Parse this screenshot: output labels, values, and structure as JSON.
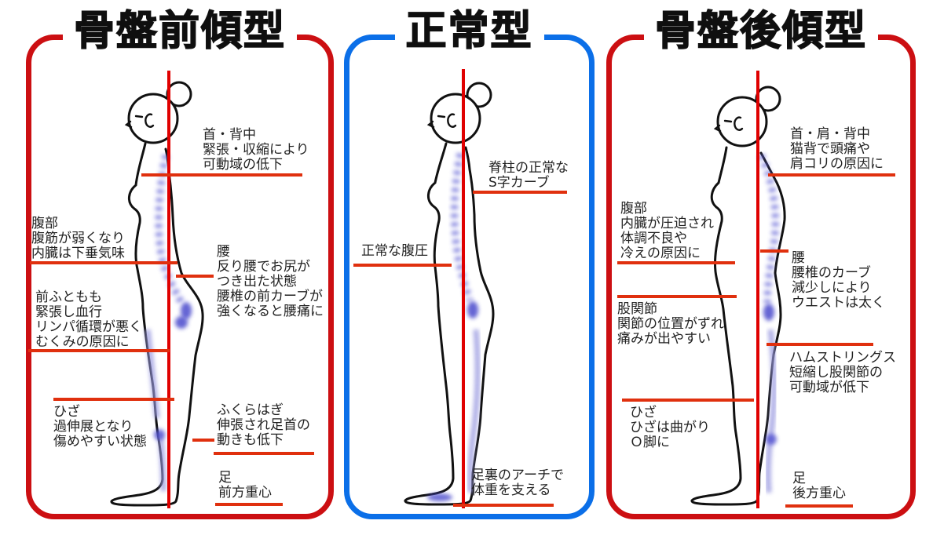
{
  "panels": [
    {
      "title": "骨盤前傾型",
      "border_color": "#cc0f12",
      "annotations": {
        "neck_back": {
          "text": "首・背中\n緊張・収縮により\n可動域の低下"
        },
        "abdomen": {
          "text": "腹部\n腹筋が弱くなり\n内臓は下垂気味"
        },
        "waist": {
          "text": "腰\n反り腰でお尻が\nつき出た状態\n腰椎の前カーブが\n強くなると腰痛に"
        },
        "front_thigh": {
          "text": "前ふともも\n緊張し血行\nリンパ循環が悪く\nむくみの原因に"
        },
        "knee": {
          "text": "ひざ\n過伸展となり\n傷めやすい状態"
        },
        "calf": {
          "text": "ふくらはぎ\n伸張され足首の\n動きも低下"
        },
        "foot": {
          "text": "足\n前方重心"
        }
      }
    },
    {
      "title": "正常型",
      "border_color": "#0b6fe8",
      "annotations": {
        "spine": {
          "text": "脊柱の正常な\nS字カーブ"
        },
        "abdomen": {
          "text": "正常な腹圧"
        },
        "foot": {
          "text": "足裏のアーチで\n体重を支える"
        }
      }
    },
    {
      "title": "骨盤後傾型",
      "border_color": "#cc0f12",
      "annotations": {
        "neck_shoulder_back": {
          "text": "首・肩・背中\n猫背で頭痛や\n肩コリの原因に"
        },
        "abdomen": {
          "text": "腹部\n内臓が圧迫され\n体調不良や\n冷えの原因に"
        },
        "waist": {
          "text": "腰\n腰椎のカーブ\n減少しにより\nウエストは太く"
        },
        "hip_joint": {
          "text": "股関節\n関節の位置がずれ\n痛みが出やすい"
        },
        "hamstrings": {
          "text": "ハムストリングス\n短縮し股関節の\n可動域が低下"
        },
        "knee": {
          "text": "ひざ\nひざは曲がり\nＯ脚に"
        },
        "foot": {
          "text": "足\n後方重心"
        }
      }
    }
  ],
  "colors": {
    "panel_red_border": "#cc0f12",
    "panel_blue_border": "#0b6fe8",
    "annotation_line": "#e0300e",
    "plumb_line": "#e00000",
    "spine_marks": "#6262d6",
    "text": "#222222",
    "title_text": "#0f0f0f"
  }
}
